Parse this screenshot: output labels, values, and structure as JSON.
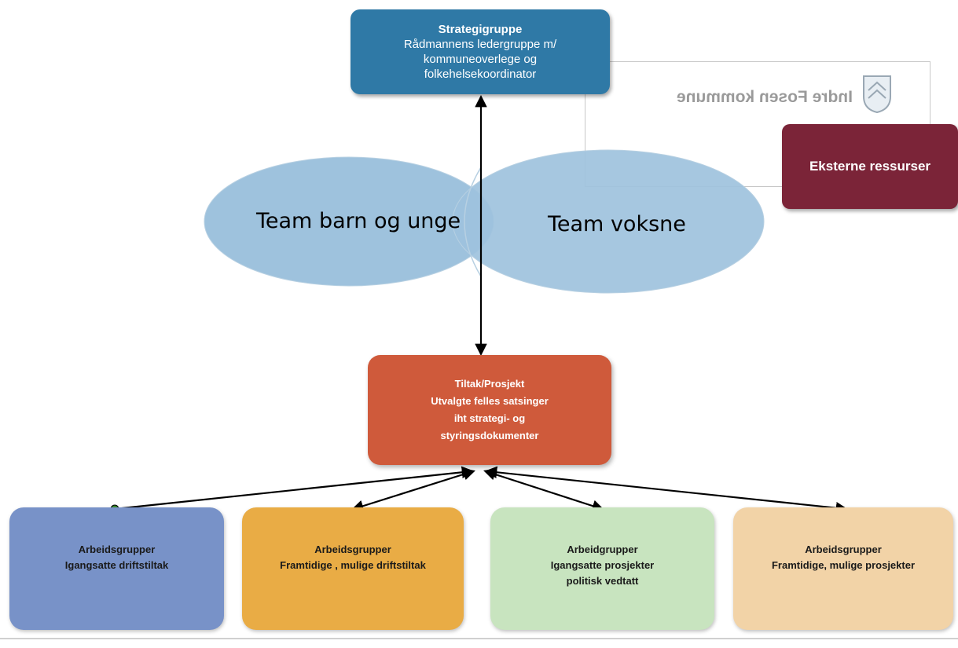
{
  "strategy": {
    "title": "Strategigruppe",
    "line1": "Rådmannens ledergruppe m/",
    "line2": "kommuneoverlege og",
    "line3": "folkehelsekoordinator"
  },
  "stamp": {
    "text": "Indre Fosen kommune"
  },
  "external": {
    "label": "Eksterne ressurser"
  },
  "teams": {
    "left": "Team barn og unge",
    "right": "Team voksne"
  },
  "tiltak": {
    "title": "Tiltak/Prosjekt",
    "line1": "Utvalgte felles satsinger",
    "line2": "iht strategi- og",
    "line3": "styringsdokumenter"
  },
  "workgroups": [
    {
      "title": "Arbeidsgrupper",
      "line1": "Igangsatte driftstiltak",
      "line2": ""
    },
    {
      "title": "Arbeidsgrupper",
      "line1": "Framtidige , mulige driftstiltak",
      "line2": ""
    },
    {
      "title": "Arbeidgrupper",
      "line1": "Igangsatte prosjekter",
      "line2": "politisk vedtatt"
    },
    {
      "title": "Arbeidsgrupper",
      "line1": "Framtidige, mulige prosjekter",
      "line2": ""
    }
  ],
  "colors": {
    "strategy": "#2f79a6",
    "external": "#7b2438",
    "ellipse": "#9ec2dd",
    "tiltak": "#cf5a3b",
    "work1": "#7892c8",
    "work2": "#e9ac45",
    "work3": "#c8e4bf",
    "work4": "#f2d3a7"
  }
}
